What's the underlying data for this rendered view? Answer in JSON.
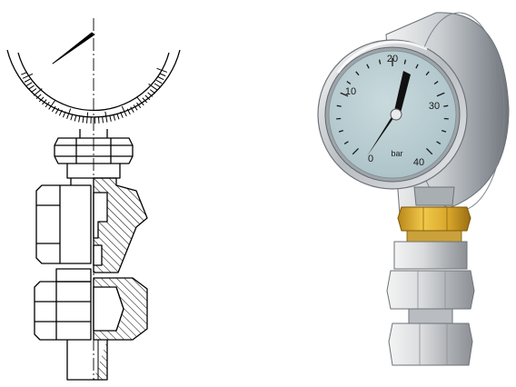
{
  "gauge": {
    "scale_labels": [
      "0",
      "10",
      "20",
      "30",
      "40"
    ],
    "unit": "bar"
  },
  "colors": {
    "line": "#000000",
    "dial_face": "#b9ced3",
    "bezel": "#cfd3d6",
    "brass": "#d8ad2a",
    "steel": "#c7c9cc"
  }
}
